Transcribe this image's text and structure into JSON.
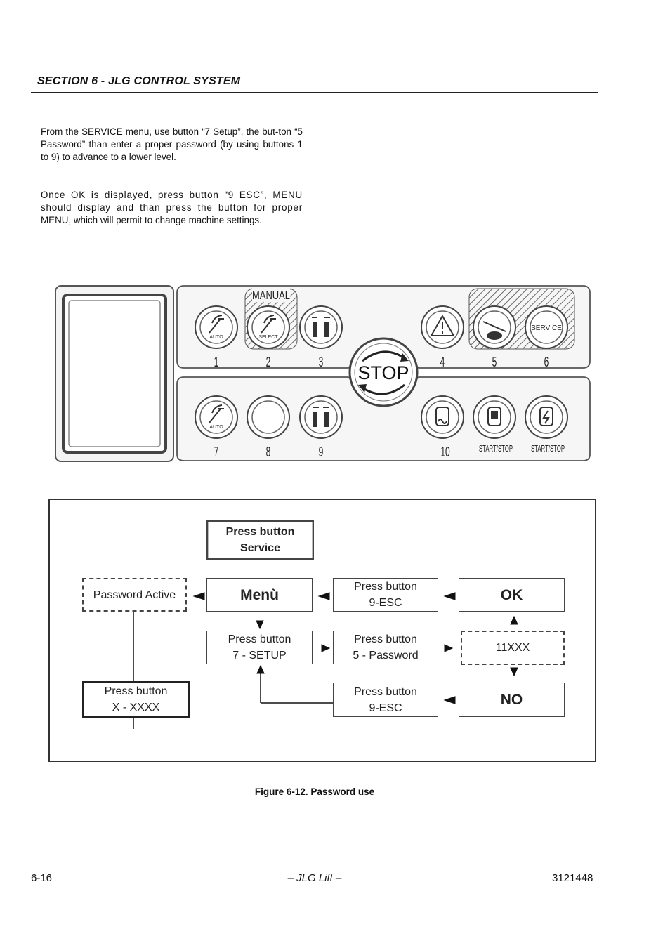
{
  "header": {
    "section_title": "SECTION 6 - JLG CONTROL SYSTEM"
  },
  "body": {
    "paragraph_1": "From the SERVICE menu, use button “7 Setup”, the but-ton “5 Password” than enter a proper password (by using buttons 1 to 9) to advance to a lower level.",
    "paragraph_2_main": "Once OK is displayed, press button “9 ESC”, MENU should display and than press the button for proper",
    "paragraph_2_last": "MENU, which will permit to change machine settings."
  },
  "panel": {
    "manual_label": "MANUAL",
    "stop_label": "STOP",
    "buttons_top": [
      {
        "number": "1",
        "icon": "auto-boom-icon",
        "caption": "AUTO"
      },
      {
        "number": "2",
        "icon": "select-boom-icon",
        "caption": "SELECT"
      },
      {
        "number": "3",
        "icon": "outrigger-extend-icon",
        "caption": ""
      },
      {
        "number": "4",
        "icon": "warning-icon",
        "caption": ""
      },
      {
        "number": "5",
        "icon": "tracks-icon",
        "caption": ""
      },
      {
        "number": "6",
        "icon": "service-icon",
        "caption": "SERVICE"
      }
    ],
    "buttons_bottom": [
      {
        "number": "7",
        "icon": "auto-stow-icon",
        "caption": "AUTO"
      },
      {
        "number": "8",
        "icon": "blank-button-icon",
        "caption": ""
      },
      {
        "number": "9",
        "icon": "outrigger-retract-icon",
        "caption": ""
      },
      {
        "number": "10",
        "icon": "glow-plug-icon",
        "caption": ""
      },
      {
        "number": "START/STOP",
        "icon": "engine-start-icon",
        "caption": ""
      },
      {
        "number": "START/STOP",
        "icon": "electric-start-icon",
        "caption": ""
      }
    ]
  },
  "flow": {
    "press_service": {
      "line1": "Press button",
      "line2": "Service"
    },
    "password_active": "Password Active",
    "menu": "Menù",
    "esc_top": {
      "line1": "Press button",
      "line2": "9-ESC"
    },
    "ok": "OK",
    "setup": {
      "line1": "Press button",
      "line2": "7 - SETUP"
    },
    "password": {
      "line1": "Press button",
      "line2": "5 - Password"
    },
    "code": "11XXX",
    "press_xxxx": {
      "line1": "Press button",
      "line2": "X - XXXX"
    },
    "esc_bottom": {
      "line1": "Press button",
      "line2": "9-ESC"
    },
    "no": "NO"
  },
  "figure": {
    "caption": "Figure 6-12.  Password use"
  },
  "footer": {
    "page": "6-16",
    "center": "– JLG Lift –",
    "doc_number": "3121448"
  }
}
